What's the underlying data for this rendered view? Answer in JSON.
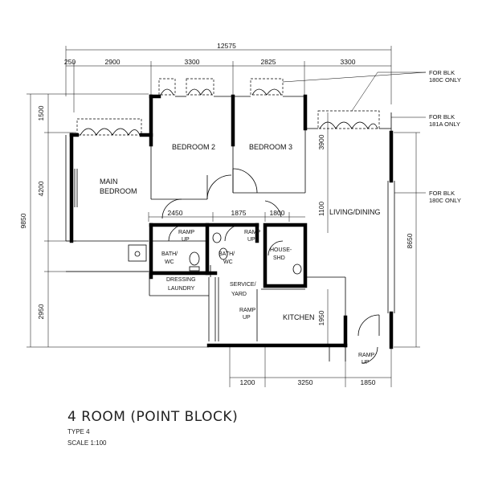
{
  "title": "4 ROOM (POINT BLOCK)",
  "type_label": "TYPE 4",
  "scale_label": "SCALE 1:100",
  "dimensions": {
    "overall": "12575",
    "top_segments": [
      "250",
      "2900",
      "3300",
      "2825",
      "3300"
    ],
    "left_total": "9850",
    "left_segments": [
      "1500",
      "4200",
      "2950"
    ],
    "mid_row": [
      "2450",
      "1875",
      "1800"
    ],
    "bottom_segments": [
      "1200",
      "3250",
      "1850"
    ],
    "right_total": "8650",
    "bedroom3_height": "3900",
    "living_span": "1100",
    "kitchen_height": "1950"
  },
  "rooms": {
    "main_bedroom_line1": "MAIN",
    "main_bedroom_line2": "BEDROOM",
    "bedroom2": "BEDROOM 2",
    "bedroom3": "BEDROOM 3",
    "living_dining": "LIVING/DINING",
    "kitchen": "KITCHEN",
    "bath_1": "BATH/",
    "bath_2": "WC",
    "bath_left": "BATH/\nWC",
    "household_shelter_1": "HOUSE-",
    "household_shelter_2": "SHD",
    "service_yard_1": "SERVICE/",
    "service_yard_2": "YARD",
    "dressing_1": "DRESSING",
    "dressing_2": "LAUNDRY"
  },
  "ramps": {
    "ramp_label": "RAMP",
    "up_label": "UP"
  },
  "notes": {
    "blk180c_top_1": "FOR BLK",
    "blk180c_top_2": "180C ONLY",
    "blk181a_1": "FOR BLK",
    "blk181a_2": "181A ONLY",
    "blk180c_mid_1": "FOR BLK",
    "blk180c_mid_2": "180C ONLY"
  }
}
